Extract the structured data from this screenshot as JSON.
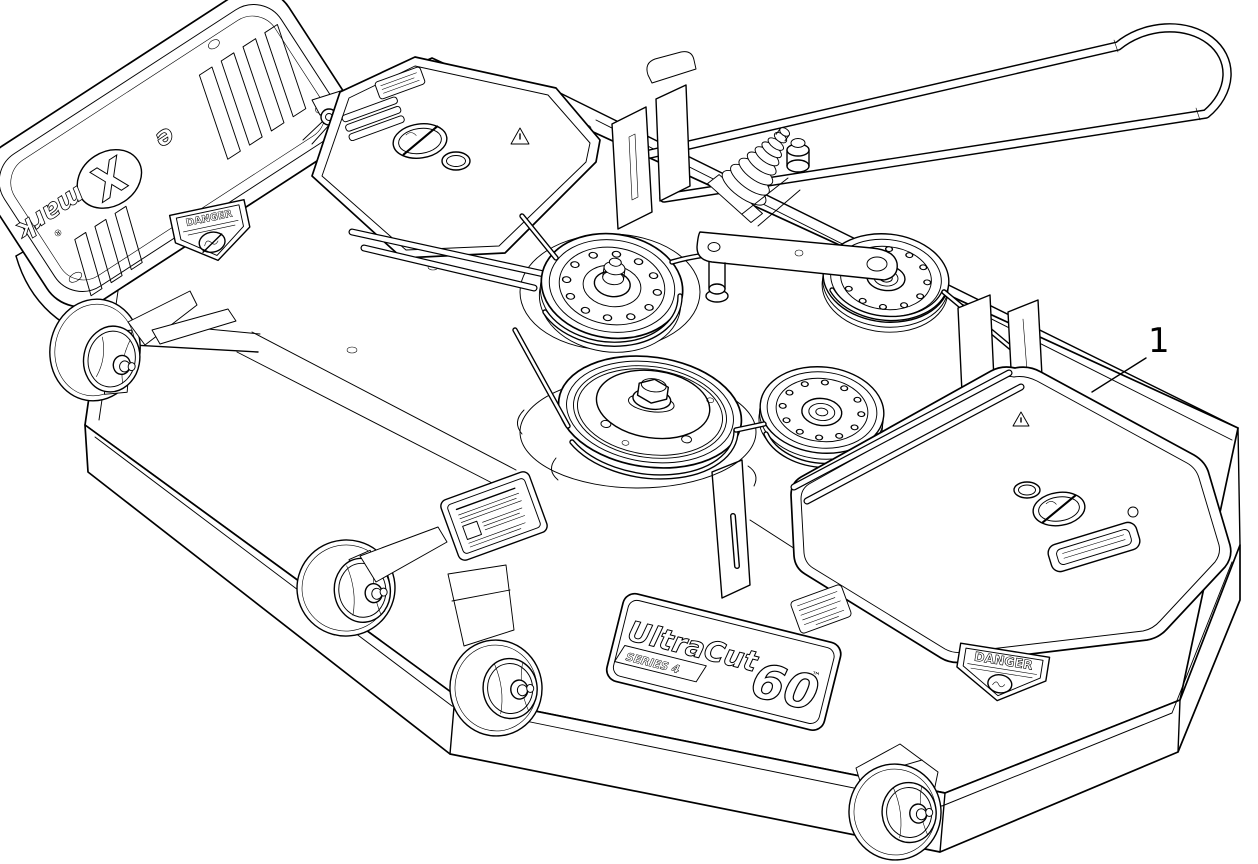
{
  "page": {
    "background": "#ffffff",
    "line_color": "#000000"
  },
  "callouts": [
    {
      "number": "1"
    }
  ],
  "decals": {
    "brand": {
      "pre": "e",
      "x": "X",
      "post": "mark",
      "registered": "®"
    },
    "model": {
      "name": "UltraCut",
      "series": "SERIES 4",
      "size": "60",
      "trademark": "™"
    },
    "danger_left": {
      "title": "DANGER"
    },
    "danger_right": {
      "title": "DANGER"
    }
  }
}
